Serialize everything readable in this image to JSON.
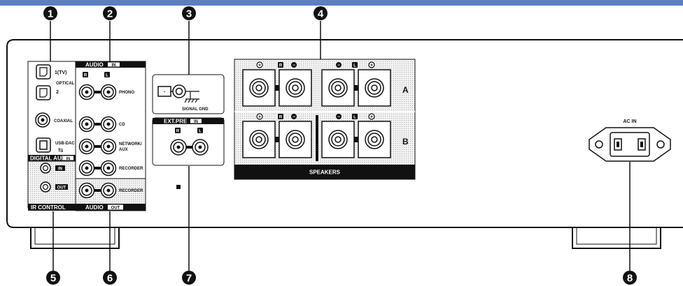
{
  "callouts": [
    "1",
    "2",
    "3",
    "4",
    "5",
    "6",
    "7",
    "8"
  ],
  "digital_audio": {
    "optical_1": "1(TV)",
    "optical_2": "2",
    "optical_label": "OPTICAL",
    "coaxial": "COAXIAL",
    "usb_dac": "USB-DAC",
    "section_title": "DIGITAL AUDIO",
    "section_badge": "IN"
  },
  "ir_control": {
    "in_badge": "IN",
    "out_badge": "OUT",
    "section_title": "IR CONTROL"
  },
  "audio_in": {
    "section_title": "AUDIO",
    "section_badge": "IN",
    "right": "R",
    "left": "L",
    "rows": [
      "PHONO",
      "CD",
      "NETWORK/",
      "AUX",
      "RECORDER"
    ]
  },
  "audio_out": {
    "row": "RECORDER",
    "section_title": "AUDIO",
    "section_badge": "OUT"
  },
  "signal_gnd": {
    "label": "SIGNAL GND"
  },
  "ext_pre": {
    "section_title": "EXT.PRE",
    "section_badge": "IN",
    "right": "R",
    "left": "L"
  },
  "speakers": {
    "section_title": "SPEAKERS",
    "row_a": "A",
    "row_b": "B",
    "right": "R",
    "left": "L",
    "plus": "+",
    "minus": "−"
  },
  "ac_in": {
    "label": "AC IN"
  },
  "colors": {
    "bar": "#5b7fc0",
    "line": "#111111",
    "fill": "#ffffff"
  }
}
